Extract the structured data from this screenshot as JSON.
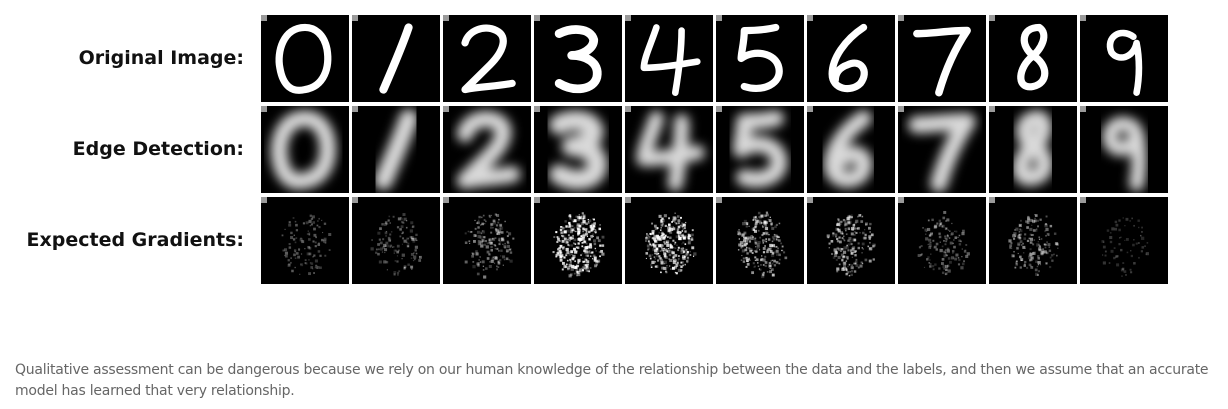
{
  "figure": {
    "rows": [
      {
        "label": "Original Image:",
        "kind": "original"
      },
      {
        "label": "Edge Detection:",
        "kind": "edge"
      },
      {
        "label": "Expected Gradients:",
        "kind": "gradients"
      }
    ],
    "digits": [
      "0",
      "1",
      "2",
      "3",
      "4",
      "5",
      "6",
      "7",
      "8",
      "9"
    ],
    "gradient_intensity": [
      0.25,
      0.3,
      0.45,
      1.0,
      1.0,
      0.7,
      0.6,
      0.35,
      0.45,
      0.1
    ],
    "colors": {
      "background": "#000000",
      "stroke": "#ffffff",
      "corner_marker": "#9a9a9a"
    }
  },
  "caption": {
    "text": "Qualitative assessment can be dangerous because we rely on our human knowledge of the relationship between the data and the labels, and then we assume that an accurate model has learned that very relationship."
  }
}
